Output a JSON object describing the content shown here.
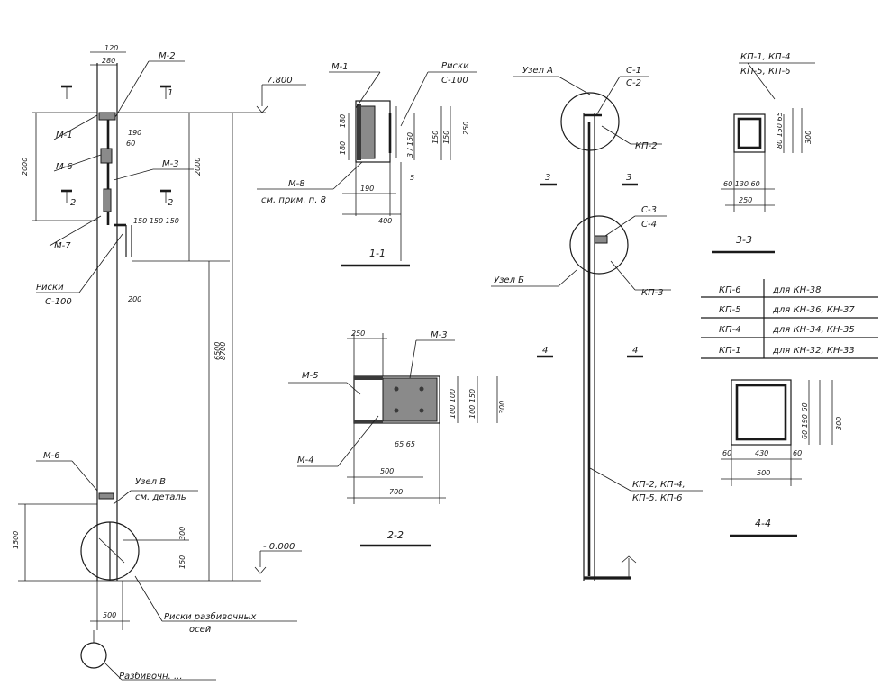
{
  "labels": {
    "d120": "120",
    "m2": "М-2",
    "d280": "280",
    "m1": "М-1",
    "d2000_left": "2000",
    "m6_top": "М-6",
    "m3": "М-3",
    "m7": "М-7",
    "risku_left": "Риски",
    "s100_left": "С-100",
    "d200_mid": "200",
    "d2000_mid": "2000",
    "d6500": "6500",
    "d8700": "8700",
    "m6_bottom": "М-6",
    "uzel_v_left": "Узел В",
    "sm_detal": "см. деталь",
    "d1500": "1500",
    "d300_lower": "300",
    "d500_base": "500",
    "risks_razb_1": "Риски разбивочных",
    "risks_razb_2": "осей",
    "razbivochn": "Разбивочн. ...",
    "elev_top": "7.800",
    "elev_bottom": "- 0.000",
    "s11_m1": "М-1",
    "s11_riski": "Риски",
    "s11_s100": "С-100",
    "s11_m8": "М-8",
    "s11_sm": "см. прим. п. 8",
    "s11_d190": "190",
    "s11_d400": "400",
    "s11_title": "1-1",
    "s22_d250": "250",
    "s22_m3": "М-3",
    "s22_m5": "М-5",
    "s22_m4": "М-4",
    "s22_d500": "500",
    "s22_d700": "700",
    "s22_title": "2-2",
    "col_uzel_a": "Узел А",
    "col_s1": "С-1",
    "col_s2": "С-2",
    "col_kp2": "КП-2",
    "col_sec3a": "3",
    "col_sec3b": "3",
    "col_s3": "С-3",
    "col_s4": "С-4",
    "col_uzel_b": "Узел Б",
    "col_kp3": "КП-3",
    "col_sec4a": "4",
    "col_sec4b": "4",
    "col_kp_list1": "КП-2, КП-4,",
    "col_kp_list2": "КП-5, КП-6",
    "s33_kp1": "КП-1, КП-4",
    "s33_kp2": "КП-5, КП-6",
    "s33_d250": "250",
    "s33_title": "3-3",
    "s44_d430": "430",
    "s44_d500": "500",
    "s44_d60a": "60",
    "s44_d60b": "60",
    "s44_title": "4-4"
  },
  "table": {
    "rows": [
      [
        "КП-6",
        "для  КН-38"
      ],
      [
        "КП-5",
        "для  КН-36, КН-37"
      ],
      [
        "КП-4",
        "для  КН-34, КН-35"
      ],
      [
        "КП-1",
        "для  КН-32, КН-33"
      ]
    ]
  }
}
